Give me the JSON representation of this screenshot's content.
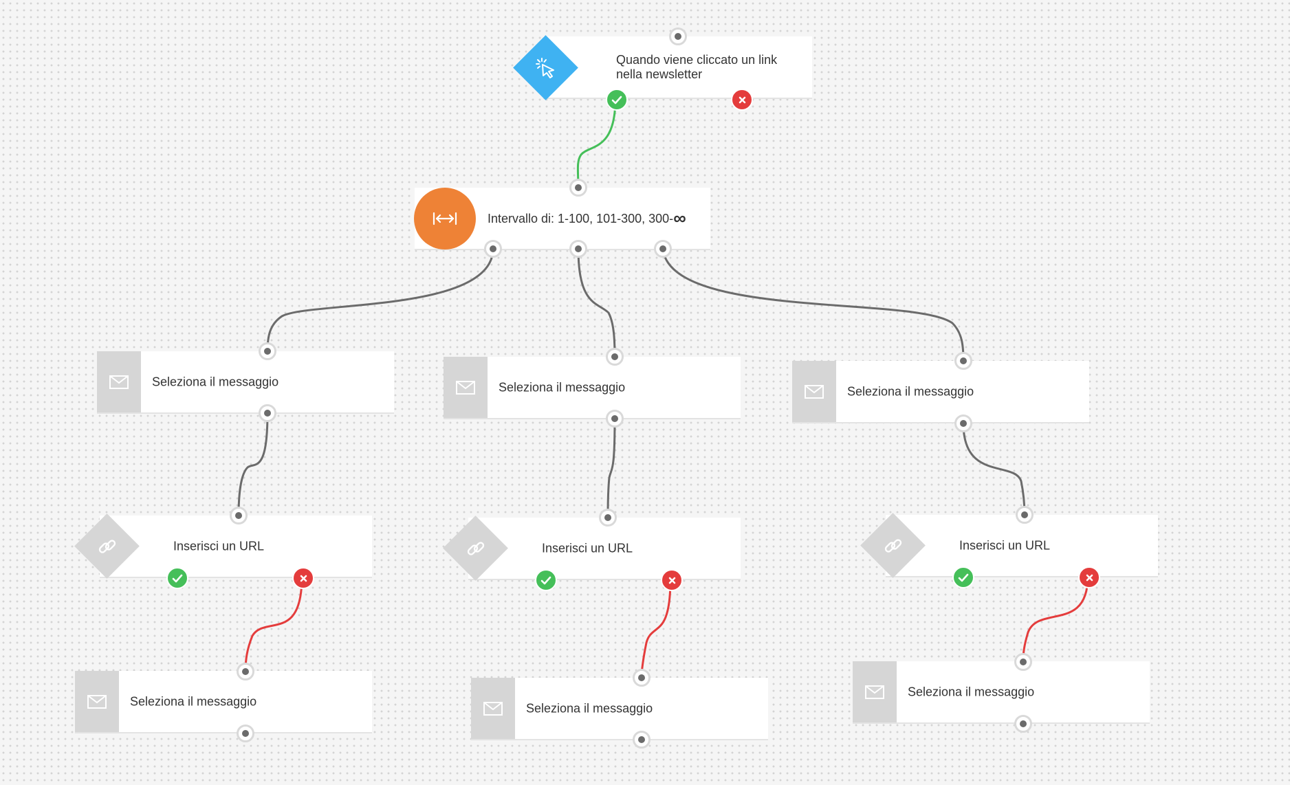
{
  "colors": {
    "trigger_accent": "#3fb2f2",
    "range_accent": "#ee8236",
    "yes": "#45bf59",
    "no": "#e43c3c",
    "wire_default": "#6b6b6b"
  },
  "trigger": {
    "icon": "cursor-click-icon",
    "label": "Quando viene cliccato un link nella newsletter"
  },
  "range": {
    "icon": "arrows-range-icon",
    "label": "Intervallo di: 1-100, 101-300, 300-",
    "infinity": "∞"
  },
  "branches": [
    {
      "message": "Seleziona il messaggio",
      "url": "Inserisci un URL",
      "followup": "Seleziona il messaggio"
    },
    {
      "message": "Seleziona il messaggio",
      "url": "Inserisci un URL",
      "followup": "Seleziona il messaggio"
    },
    {
      "message": "Seleziona il messaggio",
      "url": "Inserisci un URL",
      "followup": "Seleziona il messaggio"
    }
  ],
  "icons": {
    "message": "envelope-icon",
    "url": "link-icon",
    "yes": "check-icon",
    "no": "x-icon"
  }
}
